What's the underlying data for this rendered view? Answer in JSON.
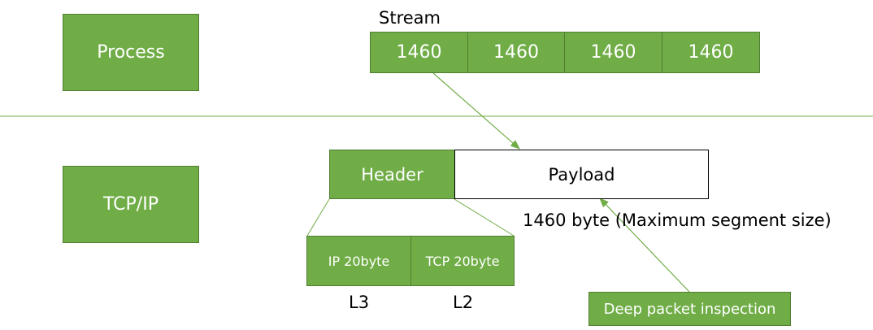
{
  "layers": {
    "process": "Process",
    "tcpip": "TCP/IP"
  },
  "stream": {
    "title": "Stream",
    "segments": [
      "1460",
      "1460",
      "1460",
      "1460"
    ]
  },
  "segment": {
    "header": "Header",
    "payload": "Payload",
    "payload_size": "1460 byte (Maximum segment size)"
  },
  "header_parts": {
    "ip": "IP 20byte",
    "tcp": "TCP 20byte",
    "ip_layer": "L3",
    "tcp_layer": "L2"
  },
  "dpi": "Deep packet inspection",
  "colors": {
    "box_fill": "#70ad47",
    "box_border": "#507e32",
    "line": "#70ad47"
  }
}
